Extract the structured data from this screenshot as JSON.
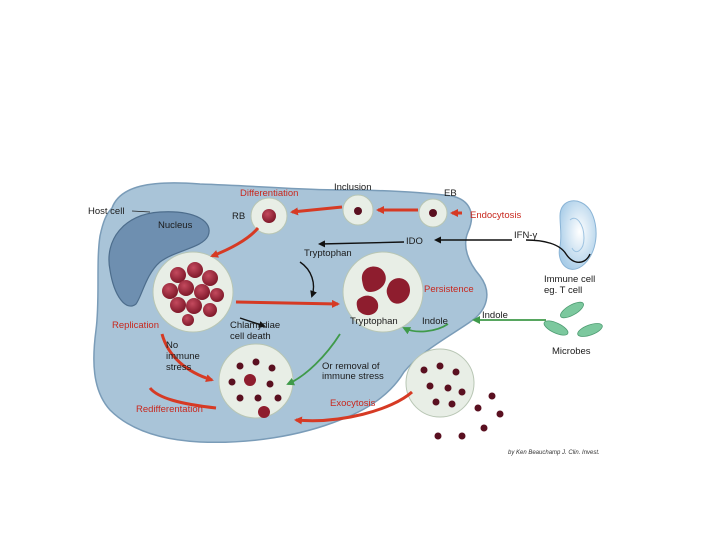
{
  "diagram": {
    "labels": {
      "host_cell": "Host cell",
      "nucleus": "Nucleus",
      "differentiation": "Differentiation",
      "inclusion": "Inclusion",
      "eb": "EB",
      "rb": "RB",
      "endocytosis": "Endocytosis",
      "ido": "IDO",
      "ifn": "IFN-γ",
      "tryptophan_down": "Tryptophan",
      "immune_cell_line1": "Immune cell",
      "immune_cell_line2": "eg. T cell",
      "persistence": "Persistence",
      "replication": "Replication",
      "tryptophan_up": "Tryptophan",
      "indole_inner": "Indole",
      "indole_outer": "Indole",
      "chlamydiae_line1": "Chlamydiae",
      "chlamydiae_line2": "cell death",
      "no_immune_line1": "No",
      "no_immune_line2": "immune",
      "no_immune_line3": "stress",
      "microbes": "Microbes",
      "removal_line1": "Or removal of",
      "removal_line2": "immune stress",
      "exocytosis": "Exocytosis",
      "redifferentiation": "Redifferentation",
      "credit": "by Ken Beauchamp J. Clin. Invest."
    },
    "colors": {
      "cytoplasm": "#a9c4d8",
      "nucleus": "#6e8fb0",
      "vacuole": "#e8eee6",
      "chlamydia_red": "#8e1d2e",
      "arrow_red": "#d63a24",
      "arrow_green": "#3f9a4a",
      "microbe": "#7cc89e",
      "immune_cell": "#cfe3f2"
    }
  }
}
